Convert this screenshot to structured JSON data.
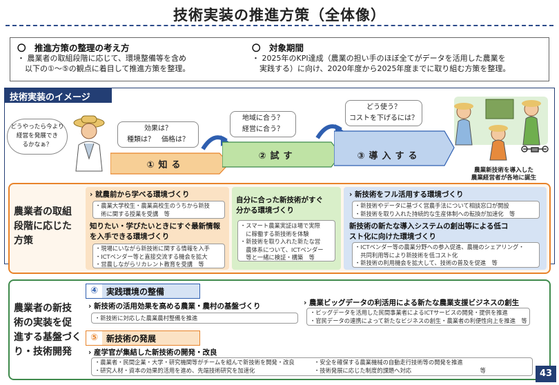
{
  "title": "技術実装の推進方策（全体像）",
  "summary": {
    "left_head": "〇　推進方策の整理の考え方",
    "left_text": "・ 農業者の取組段階に応じて、環境整備等を含め\n　以下の①～⑤の観点に着目して推進方策を整理。",
    "right_head": "〇　対象期間",
    "right_text": "・ 2025年のKPI達成（農業の担い手のほぼ全てがデータを活用した農業を\n　実践する）に向け、2020年度から2025年度までに取り組む方策を整理。"
  },
  "image_section": {
    "title": "技術実装のイメージ",
    "farmer_bubble": "どうやったら今より\n経営を発展でき\nるかなぁ？",
    "bubble_know": "効果は？\n種類は？　価格は？",
    "bubble_try": "地域に合う？\n経営に合う？",
    "bubble_adopt": "どう使う？\nコストを下げるには？",
    "step1": "①知る",
    "step2": "②試す",
    "step3": "③導入する",
    "caption": "農業新技術を導入した\n農業経営者が各地に誕生"
  },
  "row1": {
    "label": "農業者の取組\n段階に応じた\n方策",
    "c1_h1": "就農前から学べる環境づくり",
    "c1_s1": "・農業大学校生・農業高校生のうちから新技\n　術に関する授業を受講　等",
    "c1_h2": "知りたい・学びたいときにすぐ最新情報\nを入手できる環境づくり",
    "c1_s2": "・現場にいながら新技術に関する情報を入手\n・ICTベンダー等と直接交流する機会を拡大\n・営農しながらリカレント教育を受講　等",
    "c2_h1": "自分に合った新技術がすぐ\n分かる環境づくり",
    "c2_s1": "・スマート農業実証ほ場で実際\n　に稼働する新技術を体験\n・新技術を取り入れた新たな営\n　農体系について、ICTベンダー\n　等と一緒に検証・構築　等",
    "c3_h1": "新技術をフル活用する環境づくり",
    "c3_s1": "・新技術やデータに基づく営農手法について相談窓口が開設\n・新技術を取り入れた持続的な生産体制への転換が加速化　等",
    "c3_h2": "新技術の新たな導入システムの創出等による低コ\nスト化に向けた環境づくり",
    "c3_s2": "・ICTベンダー等の農業分野への参入促進、農機のシェアリング・\n　共同利用等により新技術を低コスト化\n・新技術の利用機会を拡大して、技術の普及を促進　等"
  },
  "row2": {
    "label": "農業者の新技\n術の実装を促\n進する基盤づく\nり・技術開発",
    "tag4_num": "④",
    "tag4_label": "実践環境の整備",
    "r4_h1": "新技術の活用効果を高める農業・農村の基盤づくり",
    "r4_s1": "・新技術に対応した農業農村整備を推進",
    "r4_h2": "農業ビッグデータの利活用による新たな農業支援ビジネスの創生",
    "r4_s2": "・ビッグデータを活用した民間事業者によるICTサービスの開発・提供を推進\n・官民データの連携によって新たなビジネスの創生・農業者の利便性向上を推進　等",
    "tag5_num": "⑤",
    "tag5_label": "新技術の発展",
    "r5_h1": "産学官が集結した新技術の開発・改良",
    "r5_s1": "・農業者・民間企業・大学・研究機関等がチームを組んで新技術を開発・改良\n・研究人材・資本の効果的活用を進め、先端技術研究を加速化",
    "r5_s2": "・安全を確保する農業機械の自動走行技術等の開発を推進\n・技術発展に応じた制度的課題へ対応　　　　　　　　　　　　等"
  },
  "page_number": "43",
  "colors": {
    "navy": "#233e74",
    "orange": "#e8832a",
    "green": "#3f8a4c",
    "blue": "#2f5fb0"
  }
}
